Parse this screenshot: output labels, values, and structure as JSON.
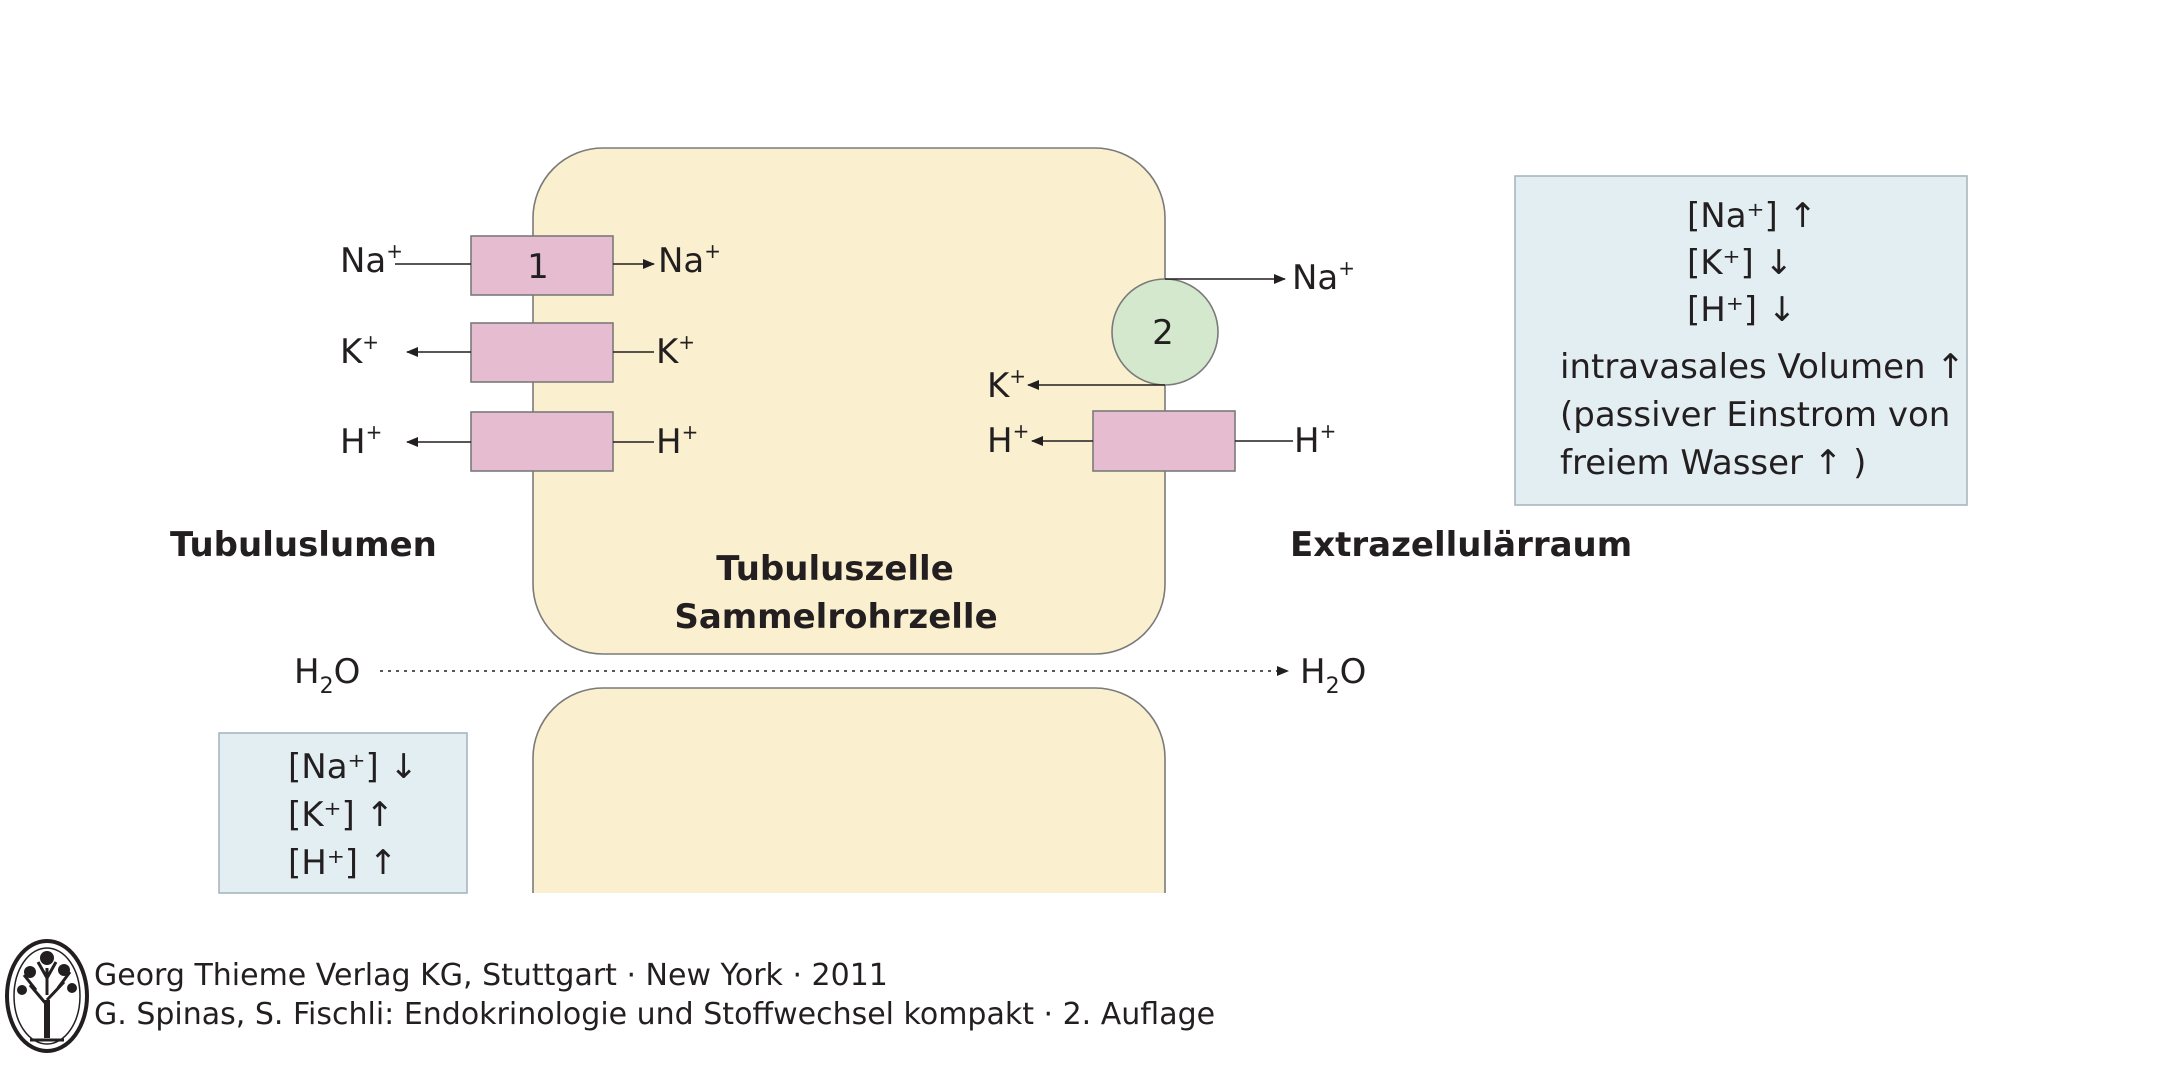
{
  "labels": {
    "tubuluslumen": "Tubuluslumen",
    "tubuluszelle": "Tubuluszelle",
    "sammelrohrzelle": "Sammelrohrzelle",
    "extrazellularraum": "Extrazellulärraum"
  },
  "ions": {
    "na": "Na",
    "k": "K",
    "h": "H",
    "plus": "+",
    "h2o_base": "H",
    "h2o_sub": "2",
    "h2o_tail": "O"
  },
  "transporters": {
    "t1_number": "1",
    "t2_number": "2"
  },
  "right_box": {
    "line1": "[Na⁺] ↑",
    "line2": "[K⁺] ↓",
    "line3": "[H⁺] ↓",
    "line4": "intravasales Volumen ↑",
    "line5": "(passiver Einstrom von",
    "line6": "freiem Wasser ↑ )"
  },
  "left_box": {
    "line1": "[Na⁺] ↓",
    "line2": "[K⁺] ↑",
    "line3": "[H⁺] ↑"
  },
  "footer": {
    "line1": "Georg Thieme Verlag KG, Stuttgart · New York · 2011",
    "line2": "G. Spinas, S. Fischli: Endokrinologie und Stoffwechsel kompakt · 2. Auflage"
  },
  "colors": {
    "cell_fill": "#faefcf",
    "cell_stroke": "#7a7a7a",
    "transporter_fill": "#e6bcd0",
    "pump_fill": "#d3e8cc",
    "info_box_fill": "#e3eef2"
  }
}
